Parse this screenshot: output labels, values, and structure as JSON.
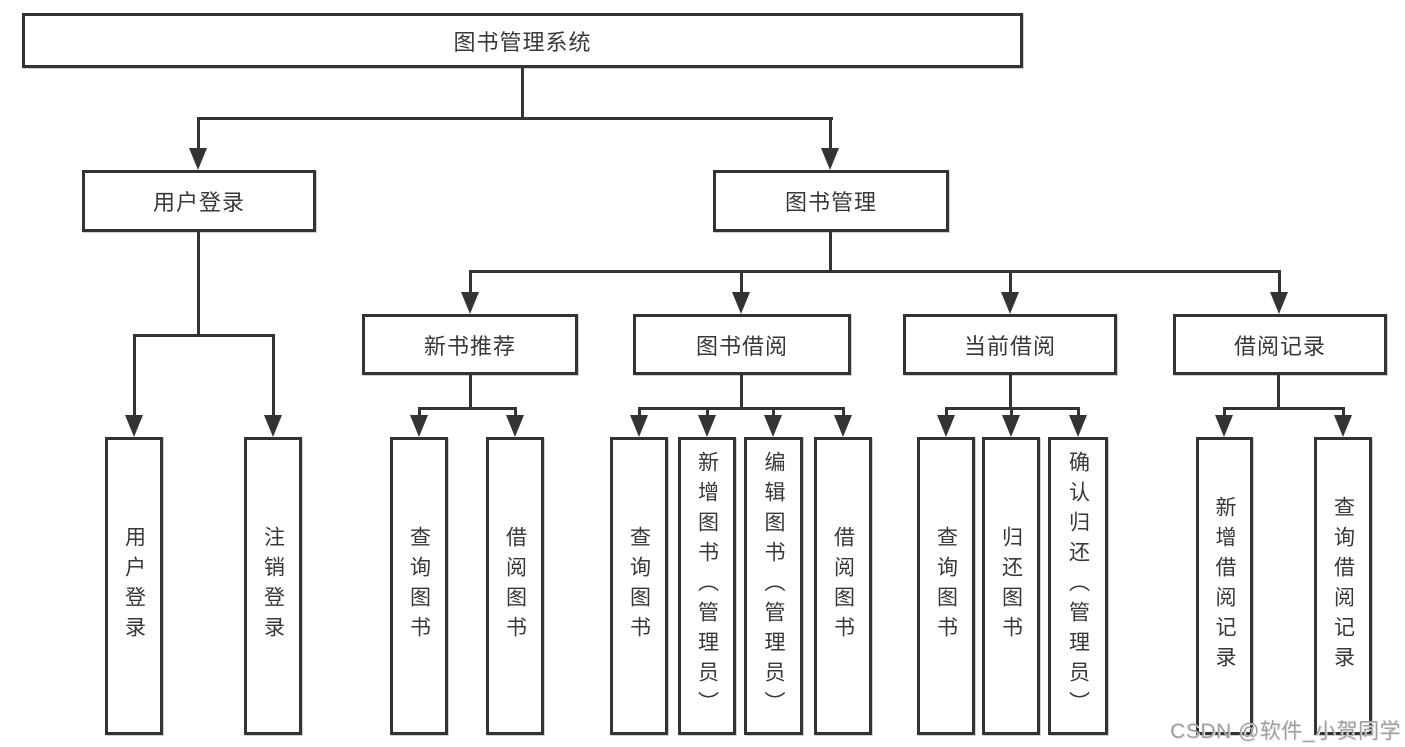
{
  "colors": {
    "line": "#333333",
    "text": "#383838",
    "background": "#ffffff",
    "watermark": "#9f9f9f"
  },
  "diagram": {
    "root": {
      "label": "图书管理系统"
    },
    "level2": {
      "user_login": {
        "label": "用户登录"
      },
      "book_mgmt": {
        "label": "图书管理"
      }
    },
    "level3": {
      "new_books": {
        "label": "新书推荐"
      },
      "borrowing": {
        "label": "图书借阅"
      },
      "current": {
        "label": "当前借阅"
      },
      "records": {
        "label": "借阅记录"
      }
    },
    "leaves": {
      "user_login": [
        "用户登录",
        "注销登录"
      ],
      "new_books": [
        "查询图书",
        "借阅图书"
      ],
      "borrowing": [
        "查询图书",
        "新增图书（管理员）",
        "编辑图书（管理员）",
        "借阅图书"
      ],
      "current": [
        "查询图书",
        "归还图书",
        "确认归还（管理员）"
      ],
      "records": [
        "新增借阅记录",
        "查询借阅记录"
      ]
    }
  },
  "watermark": {
    "text": "CSDN @软件_小贺同学"
  }
}
